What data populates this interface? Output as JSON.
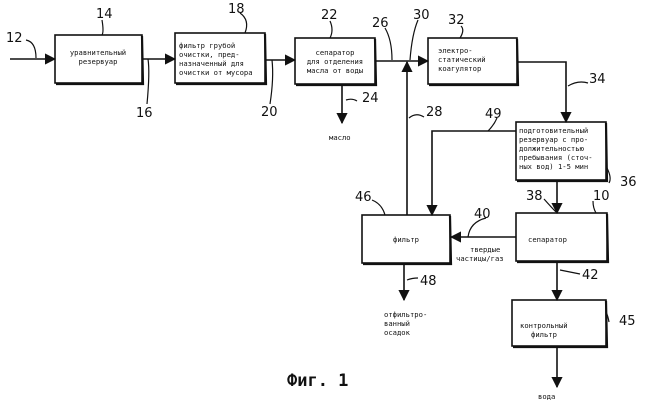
{
  "boxes": {
    "equalizing_tank": [
      "уравнительный",
      "резервуар"
    ],
    "coarse_filter": [
      "фильтр грубой",
      "очистки, пред-",
      "назначенный для",
      "очистки от мусора"
    ],
    "oil_separator": [
      "сепаратор",
      "для отделения",
      "масла от воды"
    ],
    "coagulator": [
      "электро-",
      "статический",
      "коагулятор"
    ],
    "holding_tank": [
      "подготовительный",
      "резервуар с про-",
      "должительностью",
      "пребывания (сточ-",
      "ных вод) 1-5 мин"
    ],
    "filter": [
      "фильтр"
    ],
    "separator": [
      "сепаратор"
    ],
    "control_filter": [
      "контрольный",
      "фильтр"
    ]
  },
  "outputs": {
    "oil": "масло",
    "solids_gas": [
      "твердые",
      "частицы/газ"
    ],
    "filtered_sludge": [
      "отфильтро-",
      "ванный",
      "осадок"
    ],
    "water": "вода"
  },
  "refs": {
    "r12": "12",
    "r14": "14",
    "r16": "16",
    "r18": "18",
    "r20": "20",
    "r22": "22",
    "r24": "24",
    "r26": "26",
    "r28": "28",
    "r30": "30",
    "r32": "32",
    "r34": "34",
    "r36": "36",
    "r38": "38",
    "r10": "10",
    "r40": "40",
    "r42": "42",
    "r45": "45",
    "r46": "46",
    "r48": "48",
    "r49": "49"
  },
  "caption": "Фиг. 1"
}
